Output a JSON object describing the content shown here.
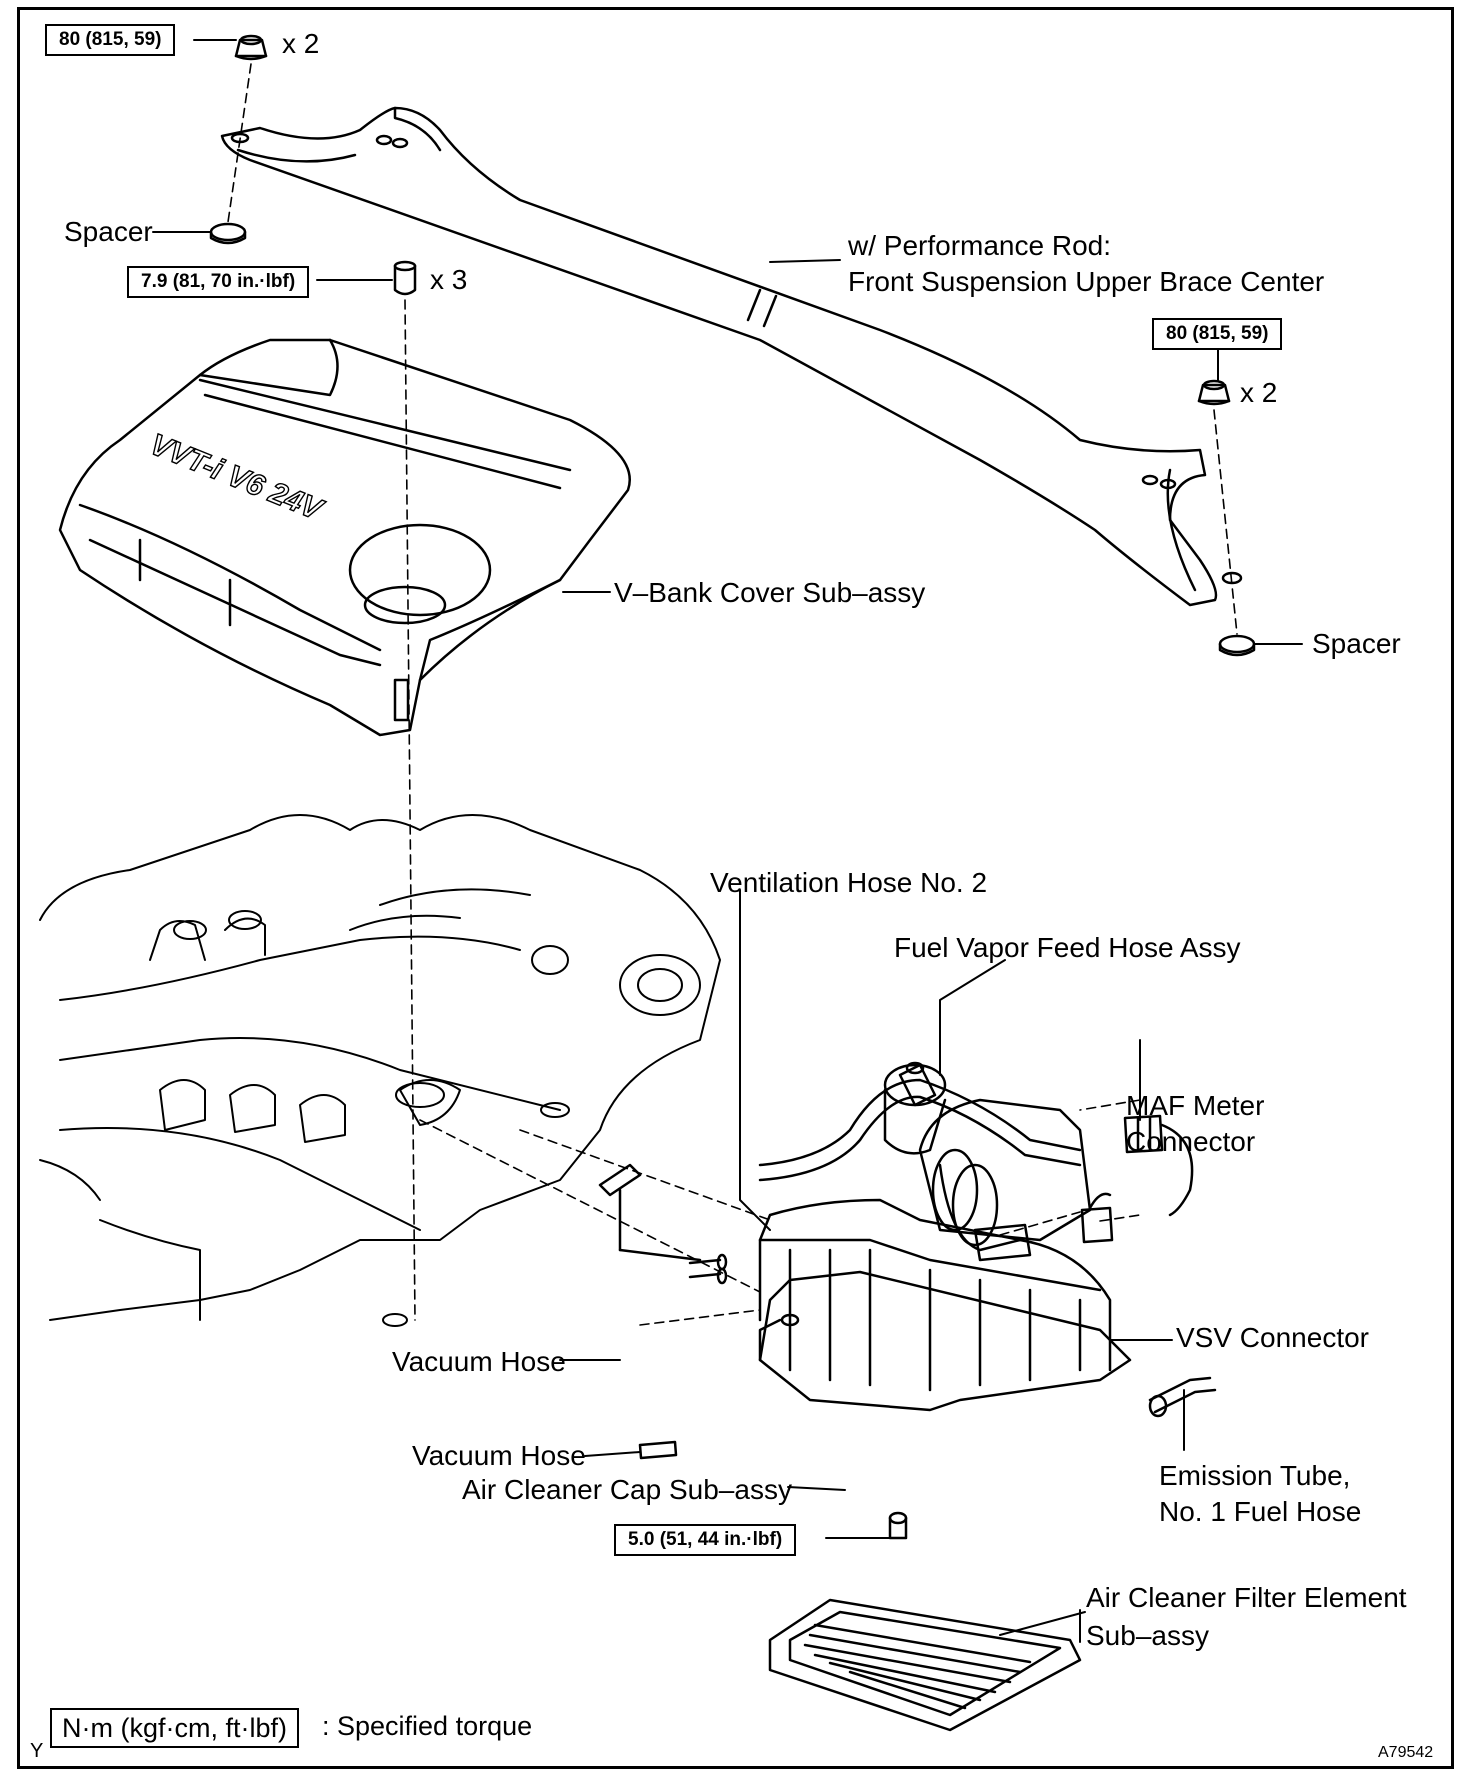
{
  "torque_specs": {
    "brace_nut_left": "80 (815, 59)",
    "brace_nut_right": "80 (815, 59)",
    "cover_nut": "7.9 (81, 70 in.·lbf)",
    "cleaner_bolt": "5.0 (51, 44 in.·lbf)"
  },
  "quantities": {
    "brace_nut_left": "x 2",
    "brace_nut_right": "x 2",
    "cover_nut": "x 3"
  },
  "labels": {
    "spacer_left": "Spacer",
    "spacer_right": "Spacer",
    "brace_line1": "w/ Performance Rod:",
    "brace_line2": "Front Suspension Upper Brace Center",
    "vbank_cover": "V–Bank Cover Sub–assy",
    "ventilation_hose": "Ventilation Hose No. 2",
    "fuel_vapor_hose": "Fuel Vapor Feed Hose Assy",
    "maf_line1": "MAF Meter",
    "maf_line2": "Connector",
    "vsv_connector": "VSV Connector",
    "vacuum_hose_1": "Vacuum Hose",
    "vacuum_hose_2": "Vacuum Hose",
    "air_cleaner_cap": "Air Cleaner Cap Sub–assy",
    "emission_line1": "Emission Tube,",
    "emission_line2": "No. 1 Fuel Hose",
    "filter_line1": "Air Cleaner Filter Element",
    "filter_line2": "Sub–assy",
    "cover_logo": "VVT-i V6 24V"
  },
  "legend": {
    "unit_box": "N·m (kgf·cm, ft·lbf)",
    "text": ": Specified torque",
    "corner_mark": "Y"
  },
  "figure_id": "A79542"
}
